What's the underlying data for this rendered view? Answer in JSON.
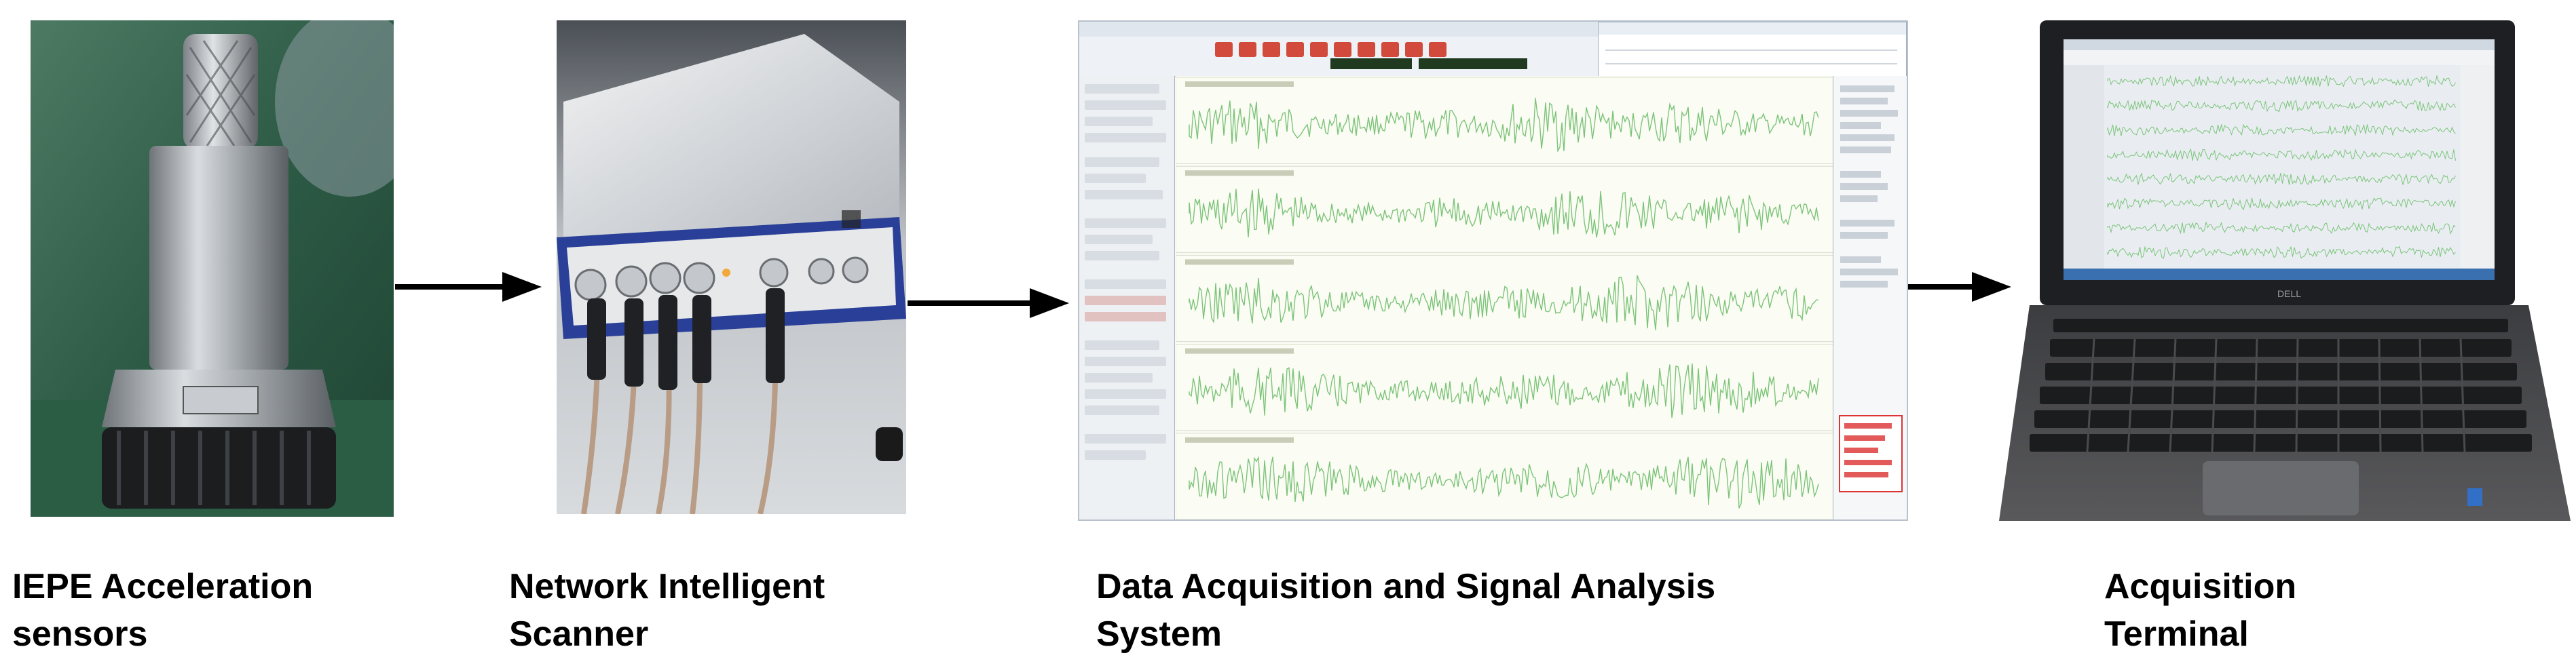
{
  "captions": {
    "sensors_line1": "IEPE Acceleration",
    "sensors_line2": "sensors",
    "scanner_line1": "Network Intelligent",
    "scanner_line2": "Scanner",
    "system_line1": "Data Acquisition and Signal Analysis",
    "system_line2": "System",
    "terminal_line1": "Acquisition",
    "terminal_line2": "Terminal"
  },
  "colors": {
    "arrow": "#000000",
    "waveform": "#7cc47a",
    "panel_border": "#b9c2cc"
  },
  "icons": [
    "sensor-photo",
    "scanner-photo",
    "software-screenshot",
    "laptop-photo",
    "arrow-right-icon"
  ]
}
